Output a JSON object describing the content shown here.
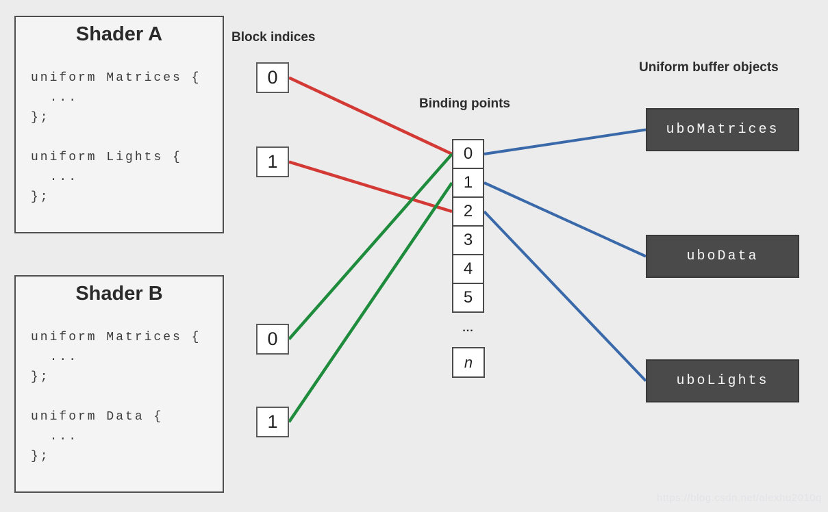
{
  "headings": {
    "block_indices": "Block indices",
    "binding_points": "Binding points",
    "uniform_buffer_objects": "Uniform buffer objects"
  },
  "shader_a": {
    "title": "Shader A",
    "code_lines": [
      "uniform Matrices {",
      "  ...",
      "};",
      "",
      "uniform Lights {",
      "  ...",
      "};"
    ],
    "block_indices": [
      "0",
      "1"
    ]
  },
  "shader_b": {
    "title": "Shader B",
    "code_lines": [
      "uniform Matrices {",
      "  ...",
      "};",
      "",
      "uniform Data {",
      "  ...",
      "};"
    ],
    "block_indices": [
      "0",
      "1"
    ]
  },
  "binding_points": {
    "cells": [
      "0",
      "1",
      "2",
      "3",
      "4",
      "5"
    ],
    "ellipsis": "...",
    "last": "n"
  },
  "ubos": [
    {
      "label": "uboMatrices"
    },
    {
      "label": "uboData"
    },
    {
      "label": "uboLights"
    }
  ],
  "colors": {
    "red": "#d33a36",
    "green": "#1e8c3c",
    "blue": "#3a69aa"
  },
  "connections": [
    {
      "from": "idx-a0",
      "to": "bp-0",
      "color": "red",
      "width": 4.5
    },
    {
      "from": "idx-a1",
      "to": "bp-2",
      "color": "red",
      "width": 4.5
    },
    {
      "from": "idx-b0",
      "to": "bp-0",
      "color": "green",
      "width": 4.5
    },
    {
      "from": "idx-b1",
      "to": "bp-1",
      "color": "green",
      "width": 4.5
    },
    {
      "from": "bp-0",
      "to": "ubo-0",
      "color": "blue",
      "width": 4
    },
    {
      "from": "bp-1",
      "to": "ubo-1",
      "color": "blue",
      "width": 4
    },
    {
      "from": "bp-2",
      "to": "ubo-2",
      "color": "blue",
      "width": 4
    }
  ],
  "watermark": "https://blog.csdn.net/alexhu2010q"
}
